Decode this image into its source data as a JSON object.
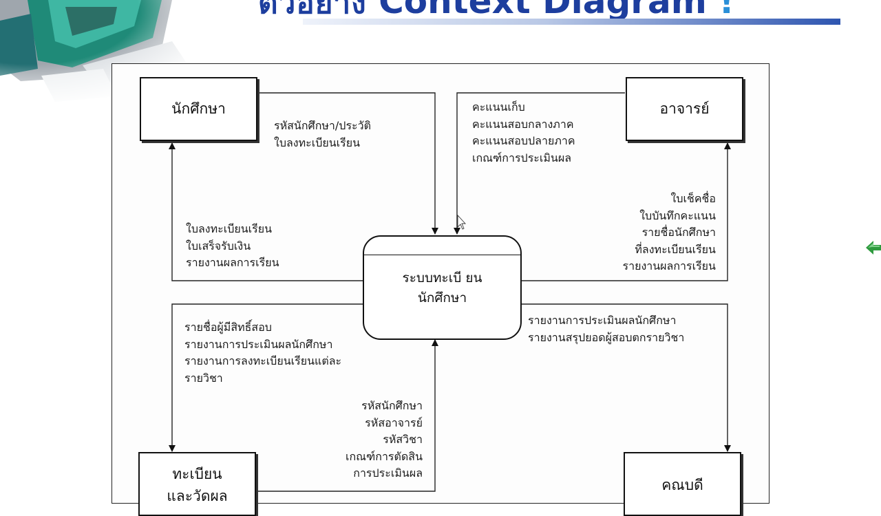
{
  "slide": {
    "title_prefix": "ตัวอย่าง",
    "title_main": "Context Diagram",
    "title_suffix": "!"
  },
  "diagram": {
    "process": {
      "line1": "ระบบทะเบี ยน",
      "line2": "นักศึกษา"
    },
    "entities": {
      "student": "นักศึกษา",
      "teacher": "อาจารย์",
      "registrar": {
        "line1": "ทะเบียน",
        "line2": "และวัดผล"
      },
      "dean": "คณบดี"
    },
    "flows": {
      "student_to_system": [
        "รหัสนักศึกษา/ประวัติ",
        "ใบลงทะเบียนเรียน"
      ],
      "system_to_student": [
        "ใบลงทะเบียนเรียน",
        "ใบเสร็จรับเงิน",
        "รายงานผลการเรียน"
      ],
      "teacher_to_system": [
        "คะแนนเก็บ",
        "คะแนนสอบกลางภาค",
        "คะแนนสอบปลายภาค",
        "เกณฑ์การประเมินผล"
      ],
      "system_to_teacher": [
        "ใบเช็คชื่อ",
        "ใบบันทึกคะแนน",
        "รายชื่อนักศึกษา",
        "ที่ลงทะเบียนเรียน",
        "รายงานผลการเรียน"
      ],
      "system_to_registrar": [
        "รายชื่อผู้มีสิทธิ์สอบ",
        "รายงานการประเมินผลนักศึกษา",
        "รายงานการลงทะเบียนเรียนแต่ละ",
        "รายวิชา"
      ],
      "registrar_to_system": [
        "รหัสนักศึกษา",
        "รหัสอาจารย์",
        "รหัสวิชา",
        "เกณฑ์การตัดสิน",
        "การประเมินผล"
      ],
      "system_to_dean": [
        "รายงานการประเมินผลนักศึกษา",
        "รายงานสรุปยอดผู้สอบตกรายวิชา"
      ]
    }
  },
  "colors": {
    "title": "#1d3e9e",
    "accent_arrow": "#2e9a3e"
  }
}
